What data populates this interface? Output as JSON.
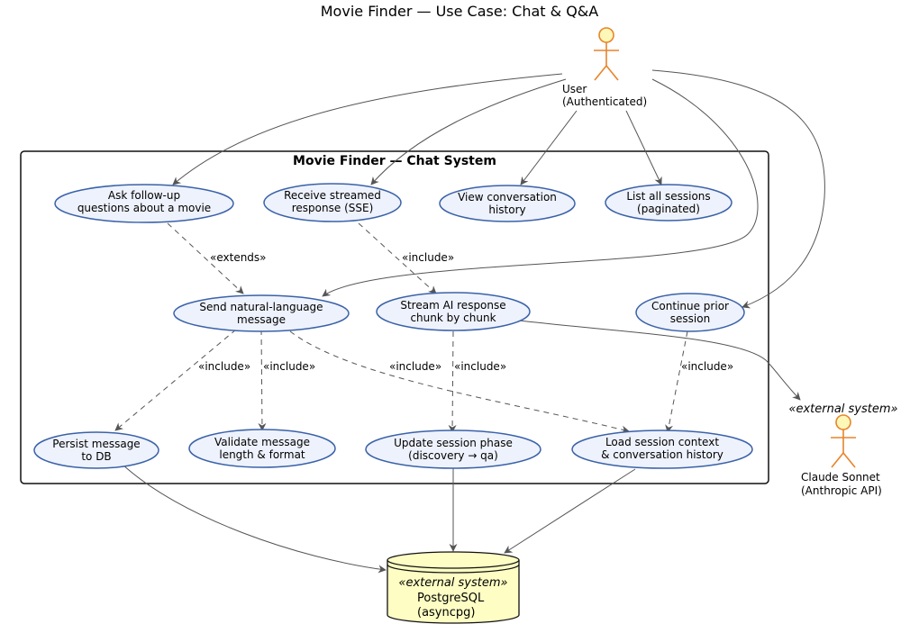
{
  "title": "Movie Finder — Use Case: Chat & Q&A",
  "system_boundary": {
    "title": "Movie Finder — Chat System"
  },
  "actors": {
    "user": {
      "lines": [
        "User",
        "(Authenticated)"
      ]
    },
    "claude": {
      "stereotype": "«external system»",
      "lines": [
        "Claude Sonnet",
        "(Anthropic API)"
      ]
    }
  },
  "database": {
    "stereotype": "«external system»",
    "lines": [
      "PostgreSQL",
      "(asyncpg)"
    ]
  },
  "use_cases": {
    "ask_followup": [
      "Ask follow-up",
      "questions about a movie"
    ],
    "receive_streamed": [
      "Receive streamed",
      "response (SSE)"
    ],
    "view_history": [
      "View conversation",
      "history"
    ],
    "list_sessions": [
      "List all sessions",
      "(paginated)"
    ],
    "send_message": [
      "Send natural-language",
      "message"
    ],
    "stream_ai": [
      "Stream AI response",
      "chunk by chunk"
    ],
    "continue_session": [
      "Continue prior",
      "session"
    ],
    "persist_message": [
      "Persist message",
      "to DB"
    ],
    "validate_message": [
      "Validate message",
      "length & format"
    ],
    "update_phase": [
      "Update session phase",
      "(discovery → qa)"
    ],
    "load_context": [
      "Load session context",
      "& conversation history"
    ]
  },
  "relations": {
    "extends": "«extends»",
    "include": "«include»"
  }
}
